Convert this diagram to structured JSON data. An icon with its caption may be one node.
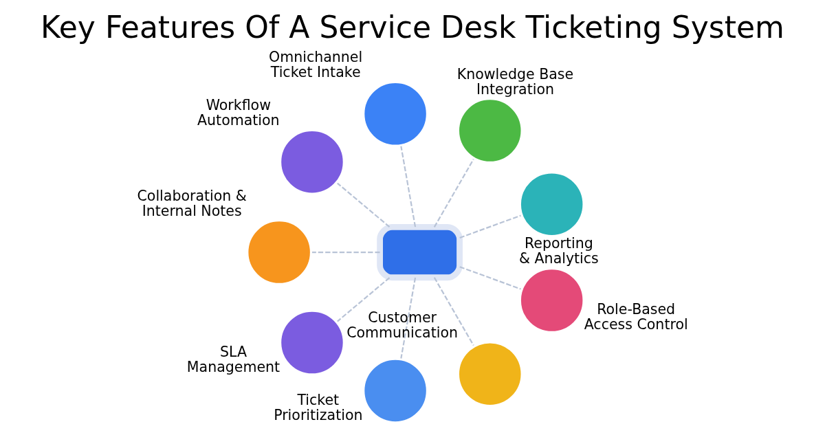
{
  "diagram": {
    "title": "Key Features Of A Service Desk Ticketing System",
    "nodes": [
      {
        "text": [],
        "shape": "box"
      },
      {
        "text": [
          "Omnichannel Ticket Intake"
        ]
      },
      {
        "text": [
          "Knowledge Base Integration"
        ]
      },
      {
        "text": [
          "Workflow Automation"
        ]
      },
      {
        "text": [
          "Reporting & Analytics"
        ]
      },
      {
        "text": [
          "Collaboration & Internal Notes"
        ]
      },
      {
        "text": [
          "Role-Based Access Control"
        ]
      },
      {
        "text": [
          "SLA Management"
        ]
      },
      {
        "text": [
          "Ticket Prioritization"
        ]
      },
      {
        "text": [
          "Customer Communication"
        ]
      }
    ],
    "edges": [
      {
        "from": 0,
        "to": 1,
        "arrow": "none",
        "style": "dashed"
      },
      {
        "from": 0,
        "to": 2,
        "arrow": "none",
        "style": "dashed"
      },
      {
        "from": 0,
        "to": 4,
        "arrow": "none",
        "style": "dashed"
      },
      {
        "from": 0,
        "to": 6,
        "arrow": "none",
        "style": "dashed"
      },
      {
        "from": 0,
        "to": 9,
        "arrow": "none",
        "style": "dashed"
      },
      {
        "from": 0,
        "to": 8,
        "arrow": "none",
        "style": "dashed"
      },
      {
        "from": 0,
        "to": 7,
        "arrow": "none",
        "style": "dashed"
      },
      {
        "from": 0,
        "to": 5,
        "arrow": "none",
        "style": "dashed"
      },
      {
        "from": 0,
        "to": 3,
        "arrow": "none",
        "style": "dashed"
      }
    ]
  }
}
